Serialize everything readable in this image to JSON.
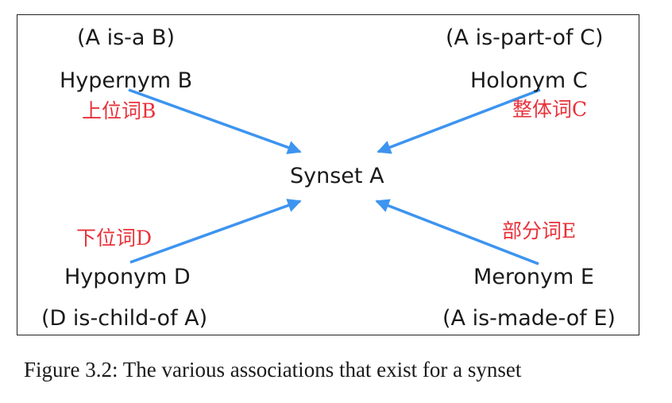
{
  "diagram": {
    "center": {
      "label": "Synset A"
    },
    "nodes": {
      "hypernym": {
        "label": "Hypernym B",
        "relation": "(A is-a B)",
        "chinese": "上位词B"
      },
      "holonym": {
        "label": "Holonym C",
        "relation": "(A is-part-of C)",
        "chinese": "整体词C"
      },
      "hyponym": {
        "label": "Hyponym D",
        "relation": "(D is-child-of A)",
        "chinese": "下位词D"
      },
      "meronym": {
        "label": "Meronym E",
        "relation": "(A is-made-of E)",
        "chinese": "部分词E"
      }
    },
    "edges": [
      {
        "from": "hypernym",
        "to": "center"
      },
      {
        "from": "holonym",
        "to": "center"
      },
      {
        "from": "hyponym",
        "to": "center"
      },
      {
        "from": "meronym",
        "to": "center"
      }
    ],
    "colors": {
      "arrow": "#3d94f0",
      "chinese_label": "#e8323a",
      "text": "#1a1a1a",
      "border": "#222222"
    }
  },
  "caption": "Figure 3.2: The various associations that exist for a synset"
}
